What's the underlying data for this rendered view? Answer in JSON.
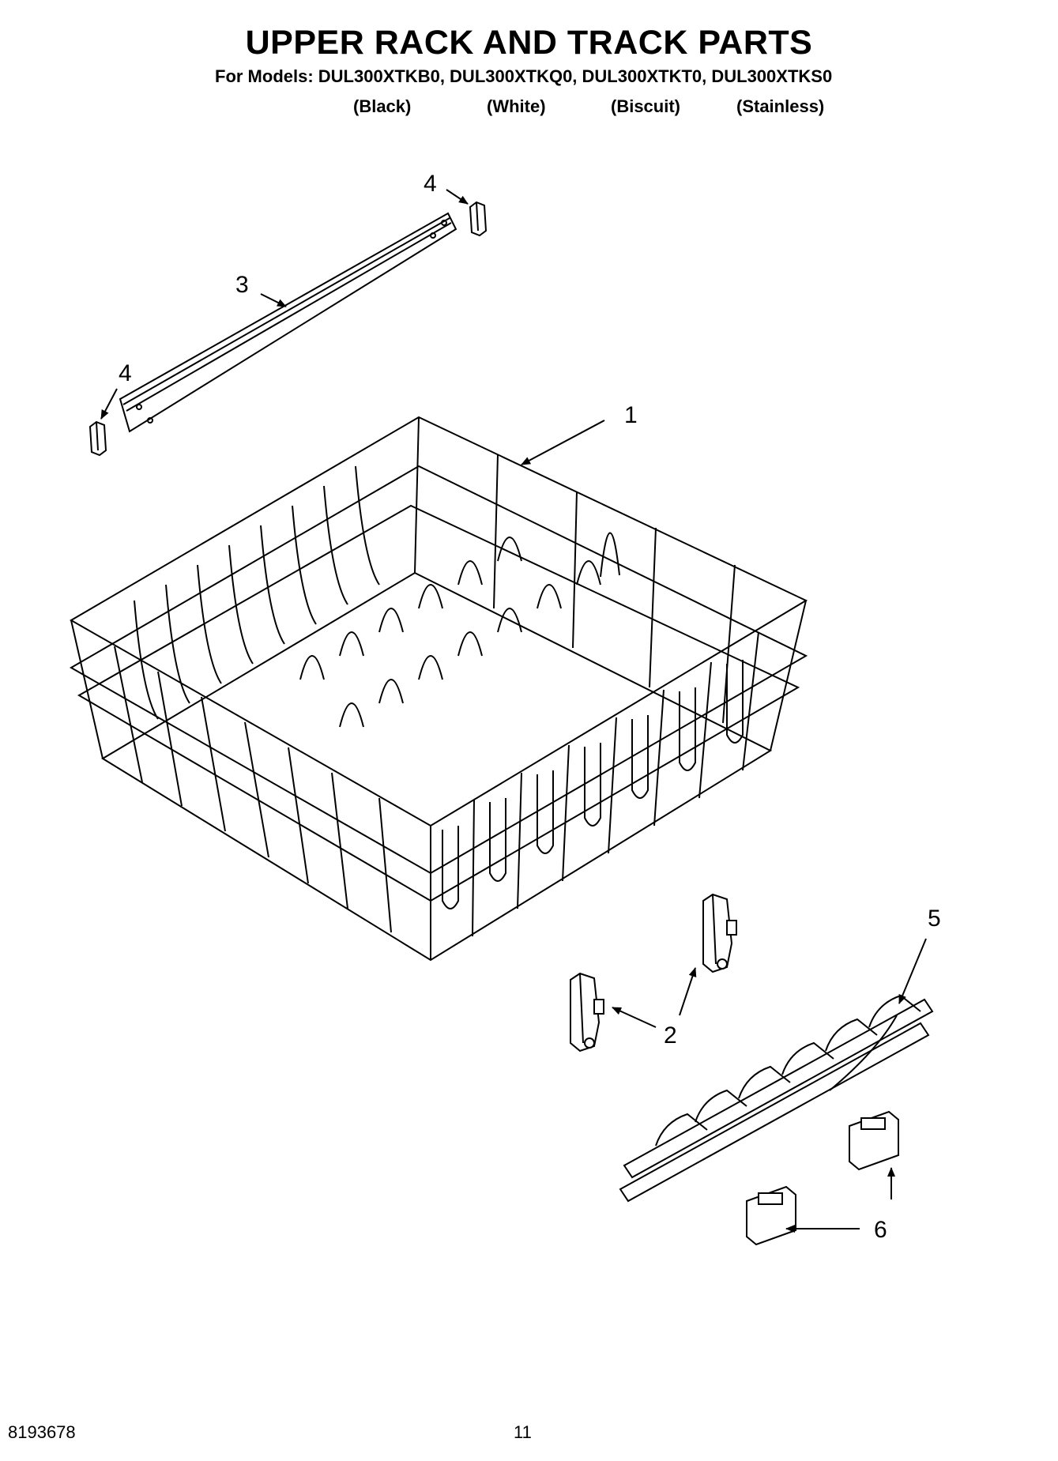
{
  "header": {
    "title": "UPPER RACK AND TRACK PARTS",
    "models_line": "For Models: DUL300XTKB0, DUL300XTKQ0, DUL300XTKT0, DUL300XTKS0",
    "variants": [
      "(Black)",
      "(White)",
      "(Biscuit)",
      "(Stainless)"
    ]
  },
  "callouts": [
    "1",
    "2",
    "3",
    "4",
    "4",
    "5",
    "6"
  ],
  "footer": {
    "doc_number": "8193678",
    "page_number": "11"
  }
}
